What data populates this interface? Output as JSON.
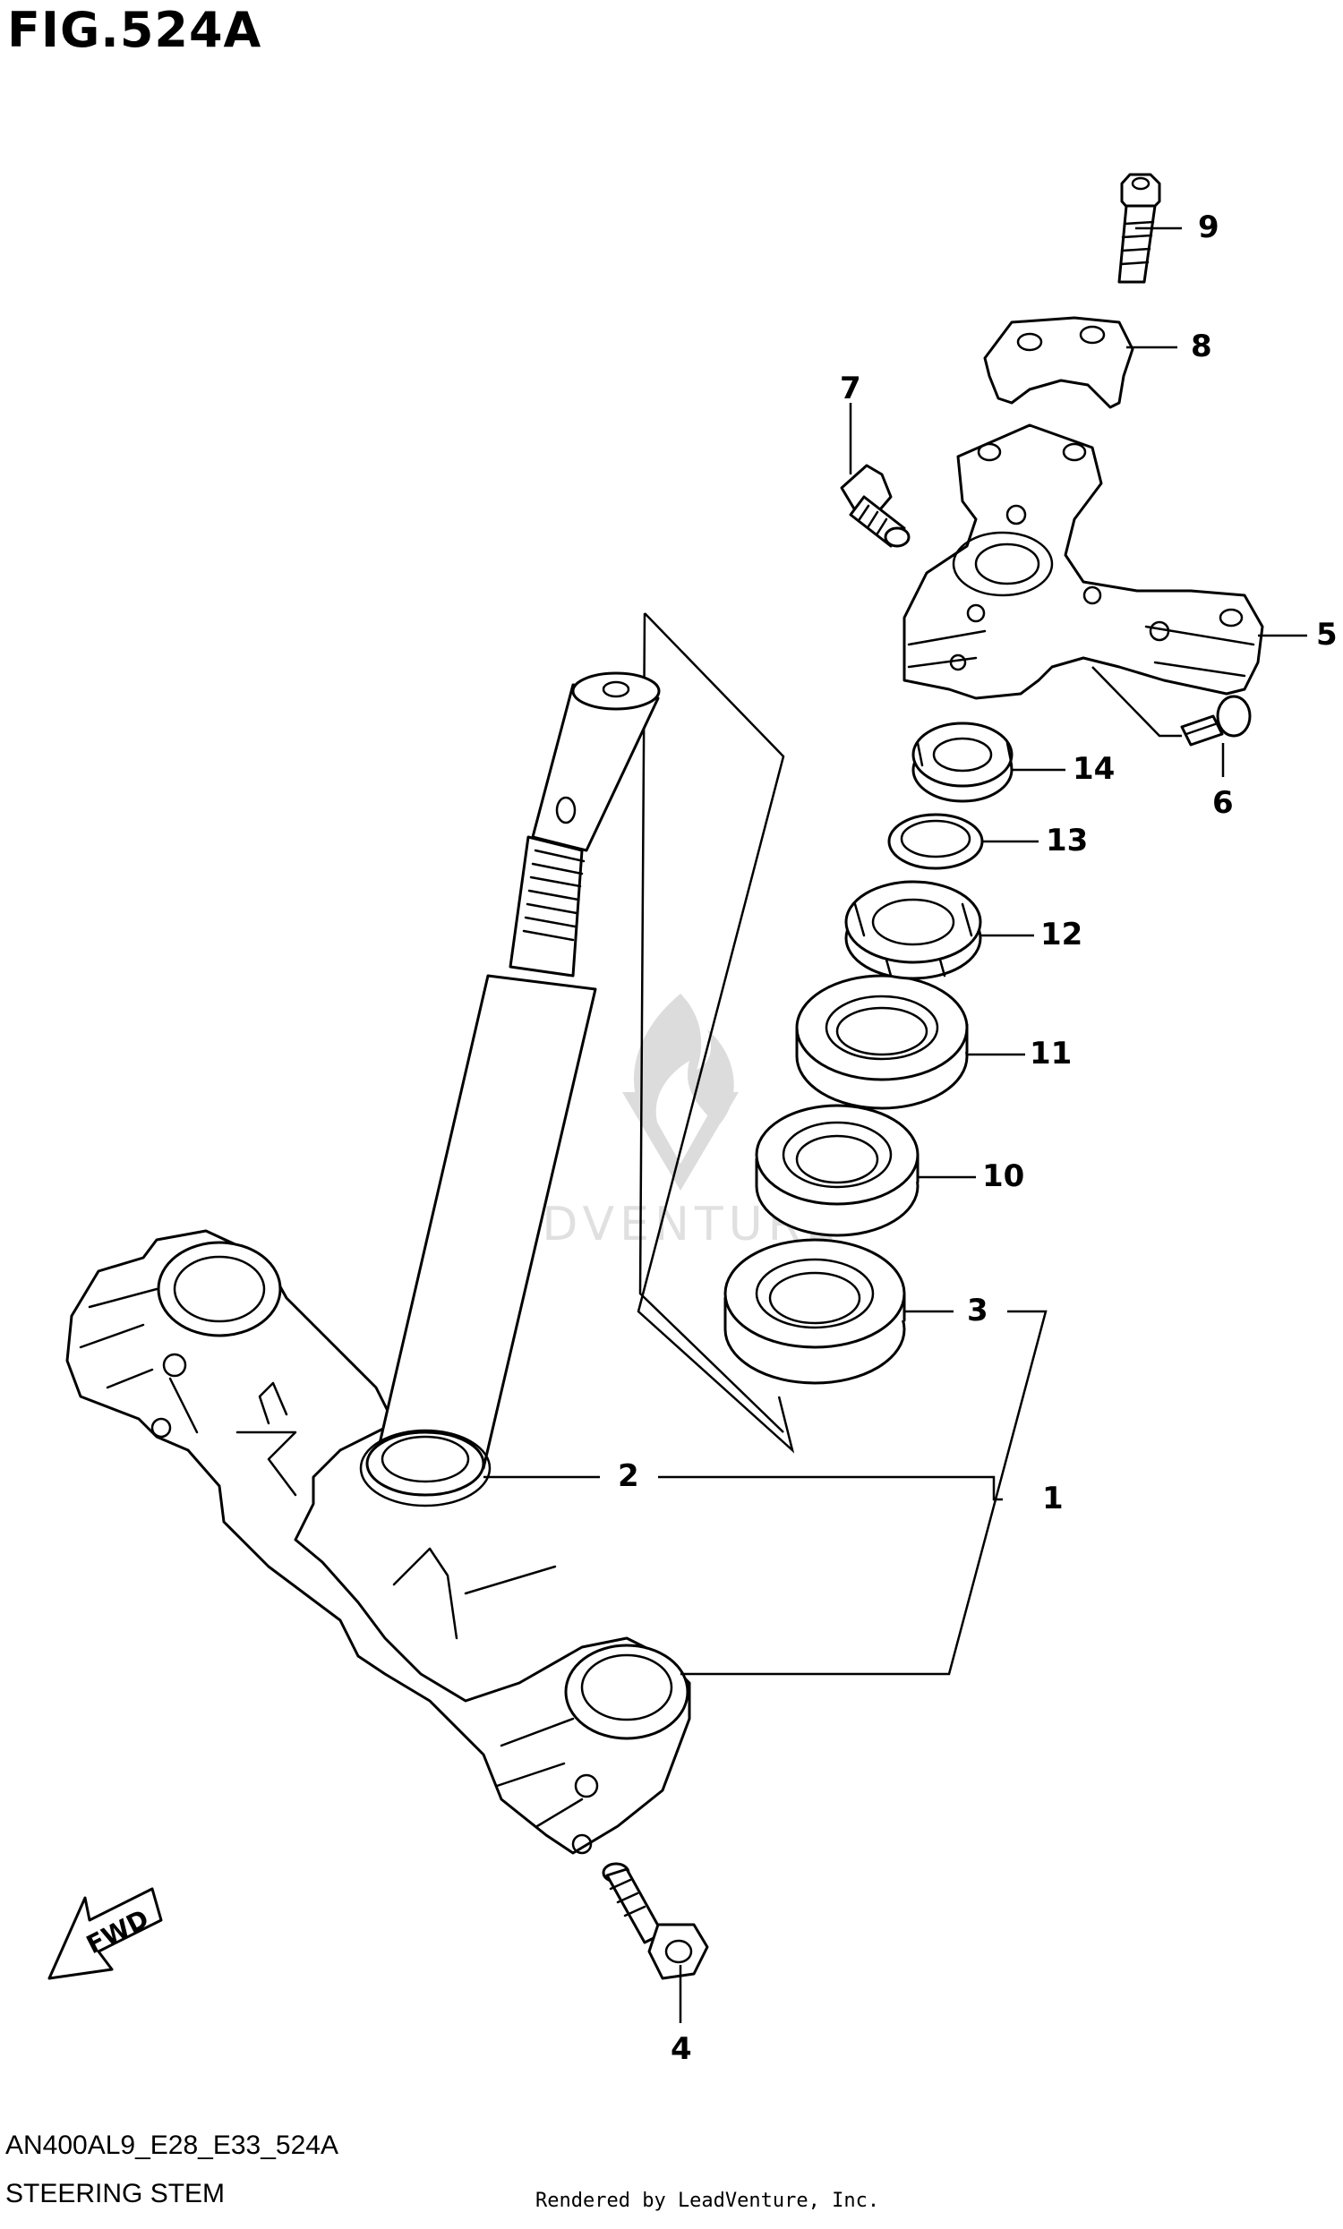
{
  "figure": {
    "title": "FIG.524A",
    "code": "AN400AL9_E28_E33_524A",
    "caption": "STEERING STEM"
  },
  "footer": "Rendered by LeadVenture, Inc.",
  "watermark": "LEADVENTURE",
  "fwd_label": "FWD",
  "callouts": {
    "c1": "1",
    "c2": "2",
    "c3": "3",
    "c4": "4",
    "c5": "5",
    "c6": "6",
    "c7": "7",
    "c8": "8",
    "c9": "9",
    "c10": "10",
    "c11": "11",
    "c12": "12",
    "c13": "13",
    "c14": "14"
  }
}
